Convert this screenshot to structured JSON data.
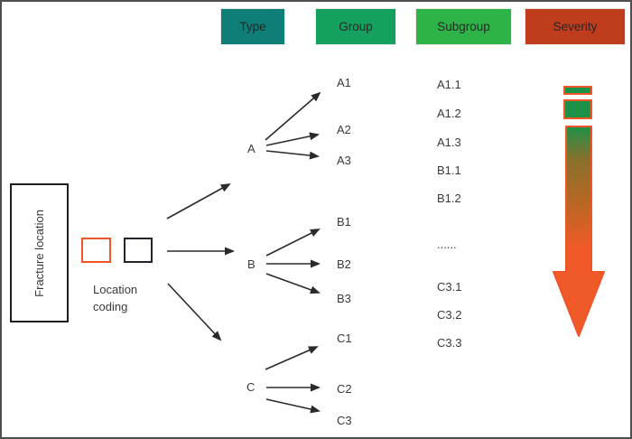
{
  "headers": [
    {
      "label": "Type",
      "color": "#0e7e77"
    },
    {
      "label": "Group",
      "color": "#16a05f"
    },
    {
      "label": "Subgroup",
      "color": "#2eb348"
    },
    {
      "label": "Severity",
      "color": "#bf3c1d"
    }
  ],
  "fracture_location": {
    "label": "Fracture location"
  },
  "location_coding": {
    "line1": "Location",
    "line2": "coding"
  },
  "legend_squares": {
    "orange_border": "#f0552a",
    "black_border": "#23232b"
  },
  "tree": {
    "types": [
      "A",
      "B",
      "C"
    ],
    "groups": [
      "A1",
      "A2",
      "A3",
      "B1",
      "B2",
      "B3",
      "C1",
      "C2",
      "C3"
    ],
    "subgroups": [
      "A1.1",
      "A1.2",
      "A1.3",
      "B1.1",
      "B1.2",
      "......",
      "C3.1",
      "C3.2",
      "C3.3"
    ]
  },
  "severity_scale": {
    "border_color": "#f0552a",
    "green": "#1e9148",
    "olive": "#8a702c",
    "orange": "#f05a28"
  }
}
